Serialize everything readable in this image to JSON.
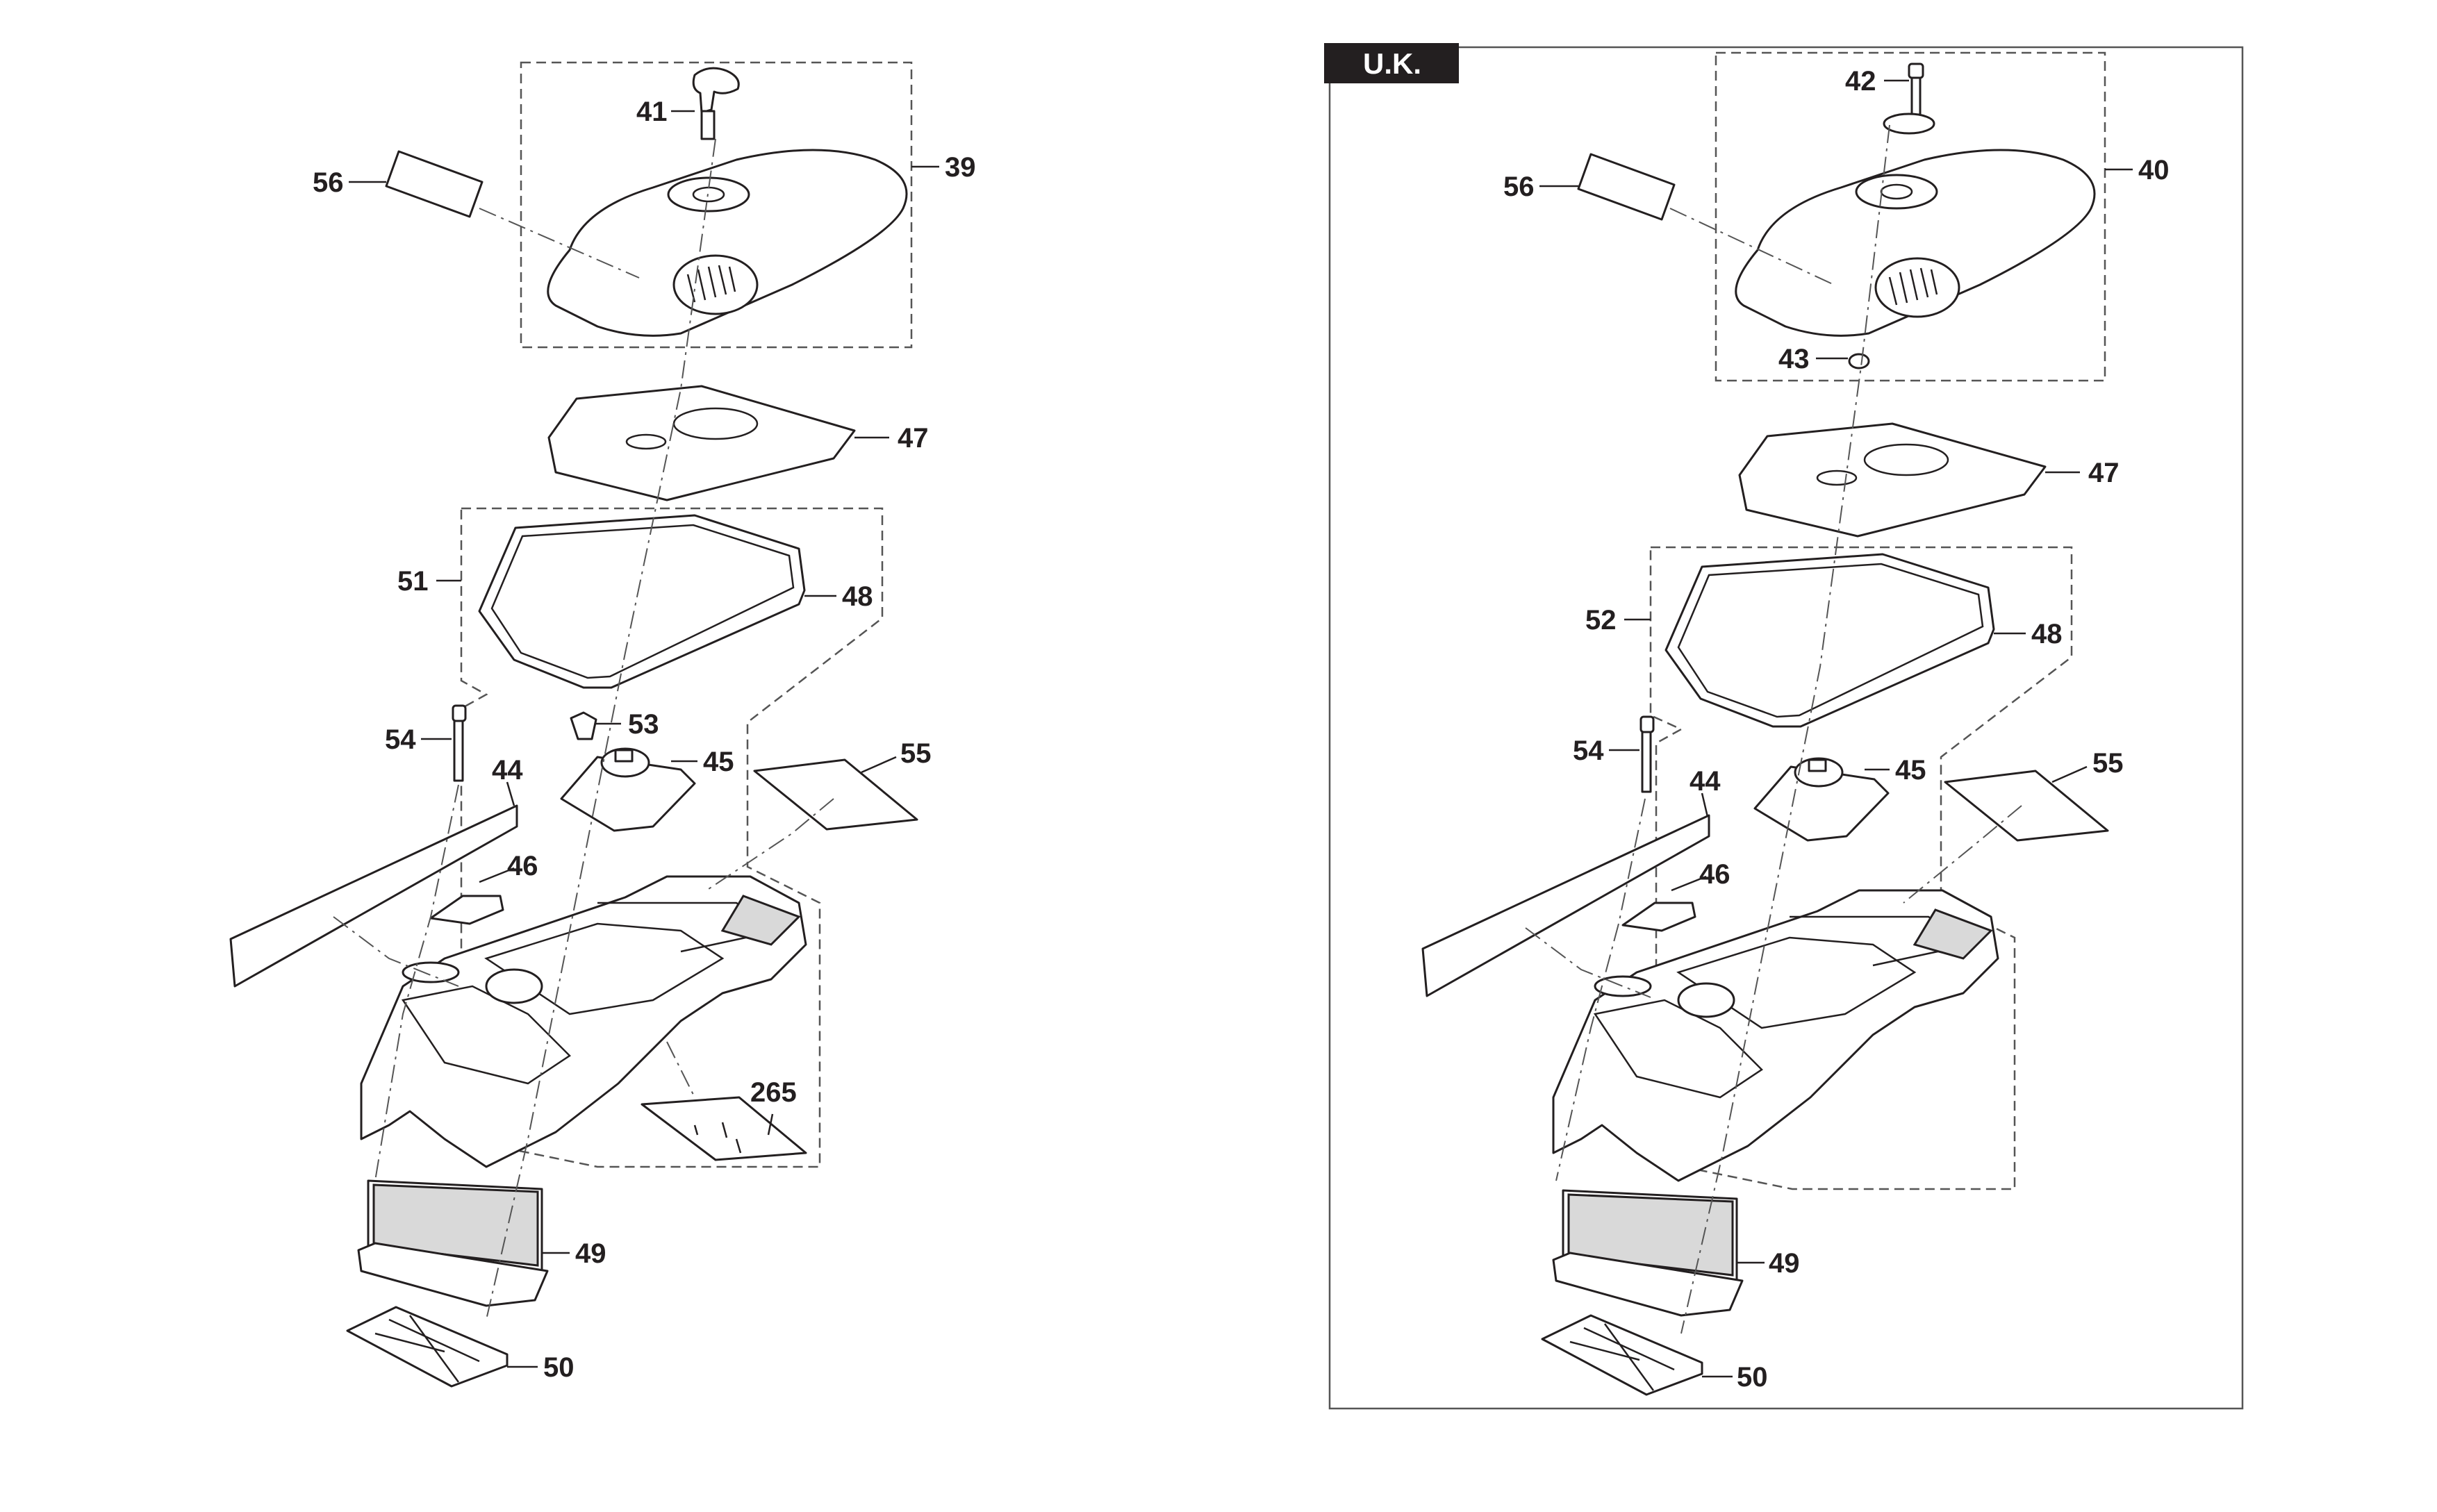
{
  "variant_badge": "U.K.",
  "left_panel": {
    "callouts": {
      "p39": "39",
      "p41": "41",
      "p56": "56",
      "p47": "47",
      "p51": "51",
      "p48": "48",
      "p54": "54",
      "p53": "53",
      "p45": "45",
      "p44": "44",
      "p55": "55",
      "p46": "46",
      "p265": "265",
      "p49": "49",
      "p50": "50"
    }
  },
  "right_panel": {
    "callouts": {
      "p40": "40",
      "p42": "42",
      "p56": "56",
      "p43": "43",
      "p47": "47",
      "p52": "52",
      "p48": "48",
      "p54": "54",
      "p45": "45",
      "p44": "44",
      "p55": "55",
      "p46": "46",
      "p49": "49",
      "p50": "50"
    }
  }
}
